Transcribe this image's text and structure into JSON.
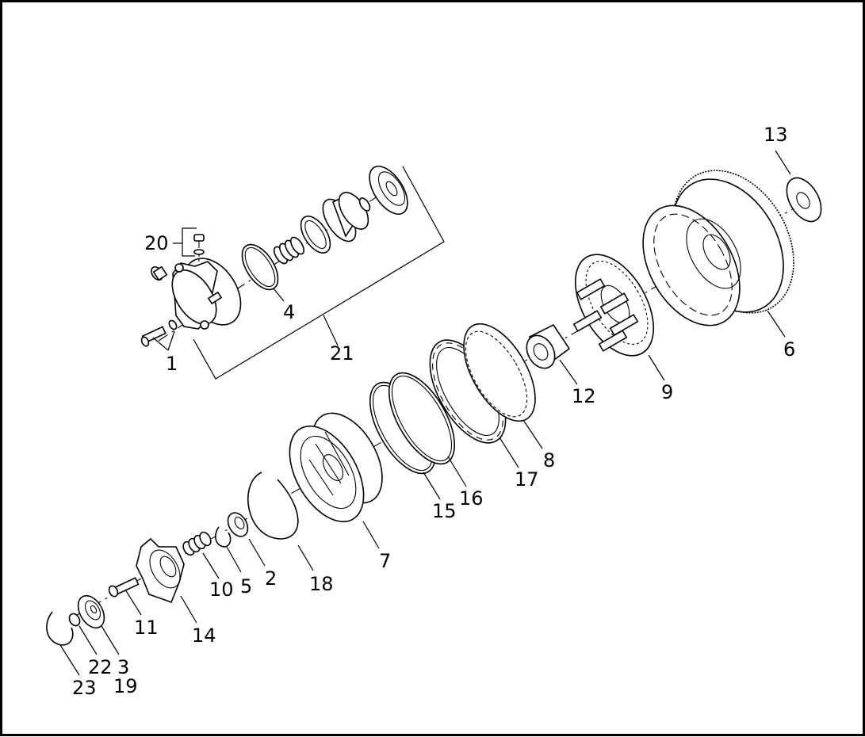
{
  "diagram": {
    "callouts": [
      {
        "key": "c1",
        "text": "1"
      },
      {
        "key": "c2",
        "text": "2"
      },
      {
        "key": "c3",
        "text": "3"
      },
      {
        "key": "c4",
        "text": "4"
      },
      {
        "key": "c5",
        "text": "5"
      },
      {
        "key": "c6",
        "text": "6"
      },
      {
        "key": "c7",
        "text": "7"
      },
      {
        "key": "c8",
        "text": "8"
      },
      {
        "key": "c9",
        "text": "9"
      },
      {
        "key": "c10",
        "text": "10"
      },
      {
        "key": "c11",
        "text": "11"
      },
      {
        "key": "c12",
        "text": "12"
      },
      {
        "key": "c13",
        "text": "13"
      },
      {
        "key": "c14",
        "text": "14"
      },
      {
        "key": "c15",
        "text": "15"
      },
      {
        "key": "c16",
        "text": "16"
      },
      {
        "key": "c17",
        "text": "17"
      },
      {
        "key": "c18",
        "text": "18"
      },
      {
        "key": "c19",
        "text": "19"
      },
      {
        "key": "c20",
        "text": "20"
      },
      {
        "key": "c21",
        "text": "21"
      },
      {
        "key": "c22",
        "text": "22"
      },
      {
        "key": "c23",
        "text": "23"
      }
    ]
  },
  "colors": {
    "line": "#000000",
    "background": "#ffffff"
  }
}
